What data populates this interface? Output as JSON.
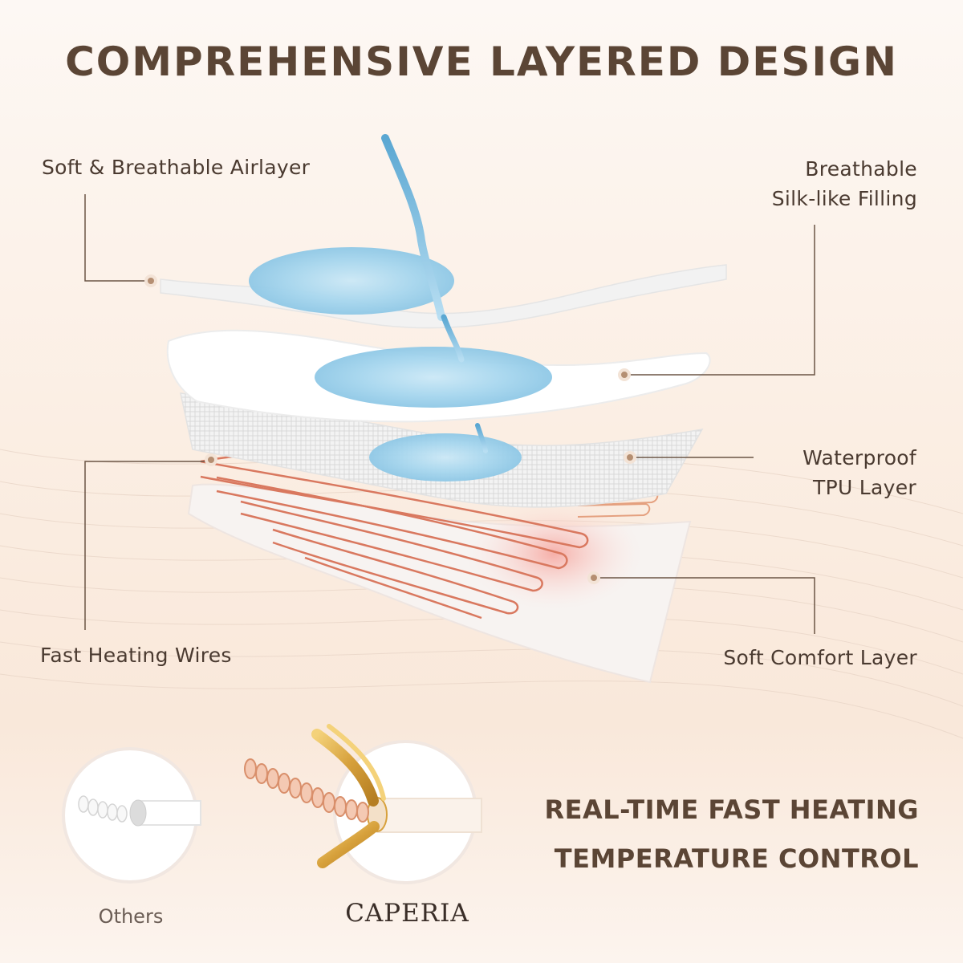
{
  "title": "COMPREHENSIVE LAYERED DESIGN",
  "layers": {
    "airlayer": "Soft & Breathable Airlayer",
    "filling_line1": "Breathable",
    "filling_line2": "Silk-like Filling",
    "tpu_line1": "Waterproof",
    "tpu_line2": "TPU Layer",
    "wires": "Fast Heating Wires",
    "comfort": "Soft Comfort Layer"
  },
  "features": {
    "line1": "REAL-TIME FAST HEATING",
    "line2": "TEMPERATURE CONTROL"
  },
  "comparison": {
    "others_label": "Others",
    "brand_label": "CAPERIA"
  },
  "colors": {
    "title": "#5b4535",
    "leader_line": "#6b5545",
    "water": "#8fc8e6",
    "heating_wire": "#d9785f",
    "gold": "#d7a13c",
    "copper": "#e6a585"
  }
}
